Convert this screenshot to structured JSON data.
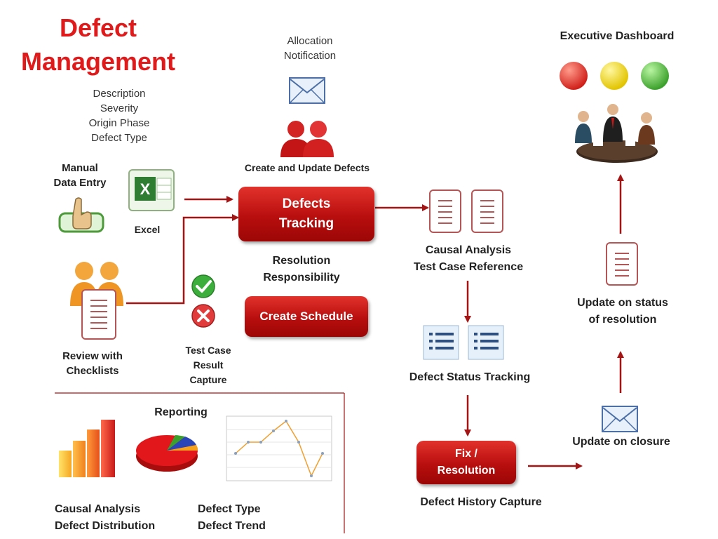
{
  "title": {
    "line1": "Defect",
    "line2": "Management"
  },
  "attributes": [
    "Description",
    "Severity",
    "Origin Phase",
    "Defect Type"
  ],
  "allocation": {
    "line1": "Allocation",
    "line2": "Notification"
  },
  "create_update": "Create and Update Defects",
  "manual_entry": {
    "line1": "Manual",
    "line2": "Data Entry"
  },
  "excel": "Excel",
  "defects_tracking": {
    "line1": "Defects",
    "line2": "Tracking"
  },
  "resolution_responsibility": {
    "line1": "Resolution",
    "line2": "Responsibility"
  },
  "create_schedule": "Create  Schedule",
  "review_checklists": {
    "line1": "Review  with",
    "line2": "Checklists"
  },
  "test_case_result": {
    "line1": "Test Case",
    "line2": "Result",
    "line3": "Capture"
  },
  "causal_analysis_ref": {
    "line1": "Causal Analysis",
    "line2": "Test Case Reference"
  },
  "defect_status_tracking": "Defect Status Tracking",
  "fix_resolution": {
    "line1": "Fix /",
    "line2": "Resolution"
  },
  "defect_history": "Defect History Capture",
  "update_closure": "Update on closure",
  "update_status": {
    "line1": "Update on status",
    "line2": "of resolution"
  },
  "executive_dashboard": "Executive Dashboard",
  "reporting": {
    "title": "Reporting",
    "left": {
      "line1": "Causal Analysis",
      "line2": "Defect Distribution"
    },
    "right": {
      "line1": "Defect Type",
      "line2": "Defect Trend"
    }
  },
  "colors": {
    "accent_red": "#c0161a",
    "title_red": "#e0191b",
    "arrow": "#a31515"
  },
  "icons": [
    "mail-icon",
    "users-icon",
    "excel-icon",
    "hand-pointer-icon",
    "document-icon",
    "check-icon",
    "cross-icon",
    "list-icon",
    "traffic-lights-icon",
    "meeting-icon",
    "bar-chart-icon",
    "pie-chart-icon",
    "line-chart-icon"
  ]
}
